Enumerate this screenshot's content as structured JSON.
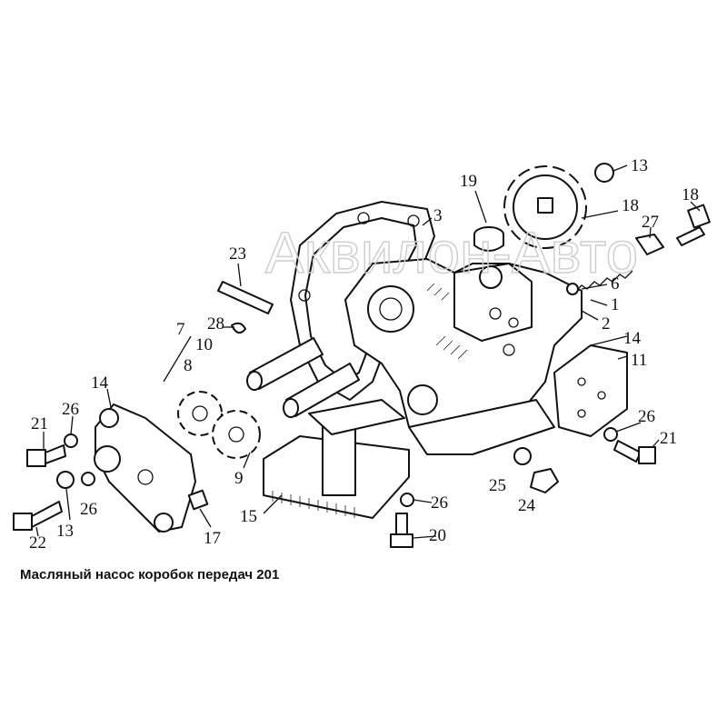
{
  "diagram": {
    "caption": "Масляный насос коробок передач 201",
    "watermark": "Аквилон-Авто",
    "part_labels": [
      "13",
      "19",
      "18",
      "18",
      "3",
      "27",
      "23",
      "6",
      "1",
      "2",
      "7",
      "28",
      "10",
      "8",
      "14",
      "11",
      "14",
      "26",
      "21",
      "26",
      "21",
      "9",
      "25",
      "24",
      "26",
      "26",
      "13",
      "15",
      "20",
      "22",
      "17"
    ]
  }
}
